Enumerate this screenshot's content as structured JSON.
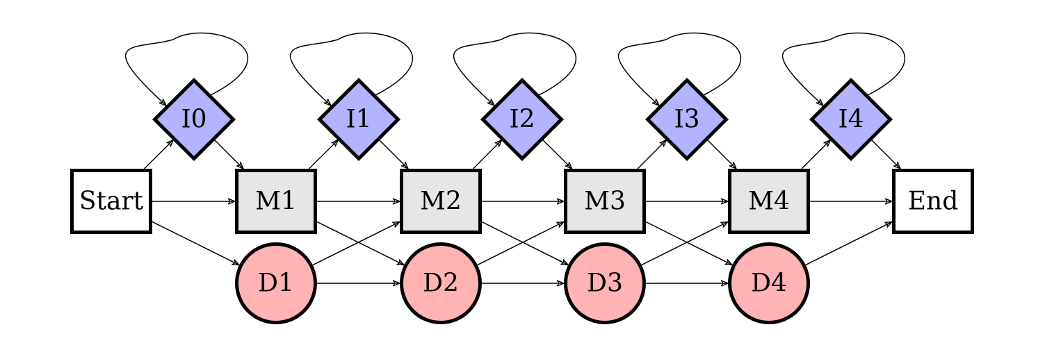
{
  "colors": {
    "insert": "#b3b3ff",
    "match": "#e6e6e6",
    "delete": "#ffb3b3",
    "terminal": "#ffffff",
    "stroke": "#000000"
  },
  "nodes": {
    "start": {
      "label": "Start",
      "kind": "terminal"
    },
    "end": {
      "label": "End",
      "kind": "terminal"
    },
    "i0": {
      "label": "I0",
      "kind": "insert"
    },
    "i1": {
      "label": "I1",
      "kind": "insert"
    },
    "i2": {
      "label": "I2",
      "kind": "insert"
    },
    "i3": {
      "label": "I3",
      "kind": "insert"
    },
    "i4": {
      "label": "I4",
      "kind": "insert"
    },
    "m1": {
      "label": "M1",
      "kind": "match"
    },
    "m2": {
      "label": "M2",
      "kind": "match"
    },
    "m3": {
      "label": "M3",
      "kind": "match"
    },
    "m4": {
      "label": "M4",
      "kind": "match"
    },
    "d1": {
      "label": "D1",
      "kind": "delete"
    },
    "d2": {
      "label": "D2",
      "kind": "delete"
    },
    "d3": {
      "label": "D3",
      "kind": "delete"
    },
    "d4": {
      "label": "D4",
      "kind": "delete"
    }
  },
  "edges": [
    [
      "start",
      "i0"
    ],
    [
      "start",
      "m1"
    ],
    [
      "start",
      "d1"
    ],
    [
      "i0",
      "i0"
    ],
    [
      "i0",
      "m1"
    ],
    [
      "m1",
      "i1"
    ],
    [
      "m1",
      "m2"
    ],
    [
      "m1",
      "d2"
    ],
    [
      "d1",
      "m2"
    ],
    [
      "d1",
      "d2"
    ],
    [
      "i1",
      "i1"
    ],
    [
      "i1",
      "m2"
    ],
    [
      "m2",
      "i2"
    ],
    [
      "m2",
      "m3"
    ],
    [
      "m2",
      "d3"
    ],
    [
      "d2",
      "m3"
    ],
    [
      "d2",
      "d3"
    ],
    [
      "i2",
      "i2"
    ],
    [
      "i2",
      "m3"
    ],
    [
      "m3",
      "i3"
    ],
    [
      "m3",
      "m4"
    ],
    [
      "m3",
      "d4"
    ],
    [
      "d3",
      "m4"
    ],
    [
      "d3",
      "d4"
    ],
    [
      "i3",
      "i3"
    ],
    [
      "i3",
      "m4"
    ],
    [
      "m4",
      "i4"
    ],
    [
      "m4",
      "end"
    ],
    [
      "d4",
      "end"
    ],
    [
      "i4",
      "i4"
    ],
    [
      "i4",
      "end"
    ]
  ]
}
